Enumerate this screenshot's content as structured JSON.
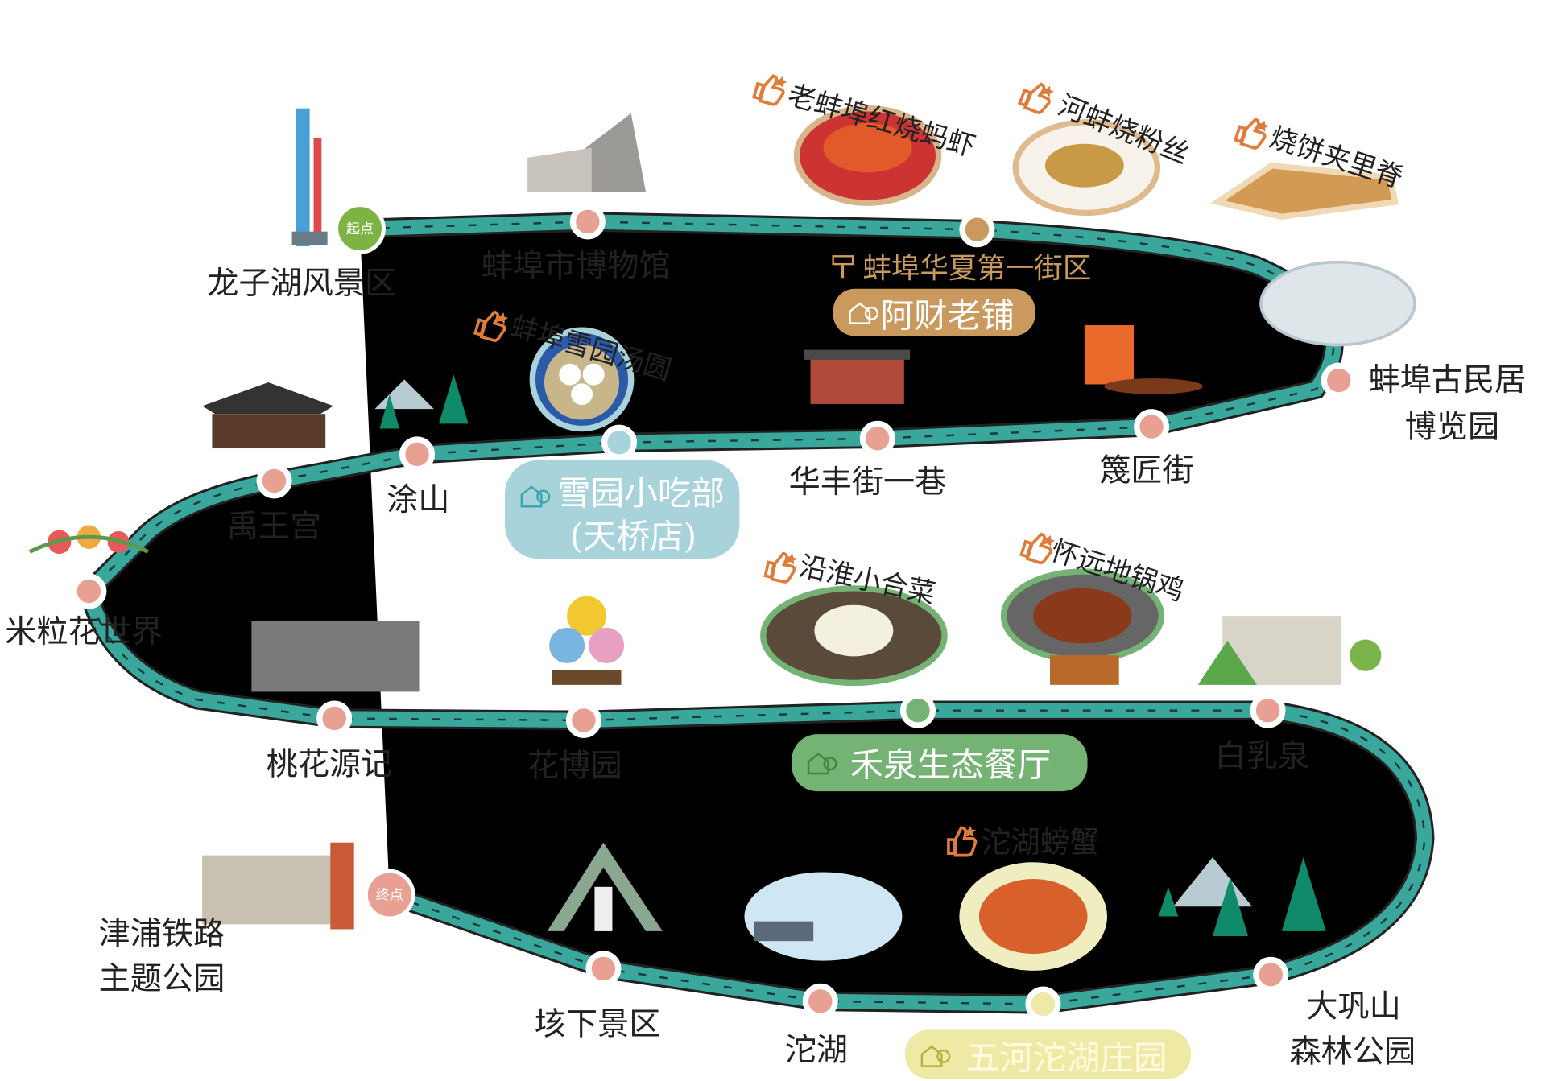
{
  "badges": {
    "start": "起点",
    "end": "终点"
  },
  "stops": {
    "longzihu": "龙子湖风景区",
    "museum": "蚌埠市博物馆",
    "huaxia": "蚌埠华夏第一街区",
    "guminju_1": "蚌埠古民居",
    "guminju_2": "博览园",
    "miejiang": "篾匠街",
    "huafeng": "华丰街一巷",
    "tushan": "涂山",
    "yuwang": "禹王宫",
    "mili": "米粒花世界",
    "taohua": "桃花源记",
    "huabo": "花博园",
    "bairu": "白乳泉",
    "dagong_1": "大巩山",
    "dagong_2": "森林公园",
    "tuohu": "沱湖",
    "gaixia": "垓下景区",
    "jinpu_1": "津浦铁路",
    "jinpu_2": "主题公园"
  },
  "foods": {
    "crayfish": "老蚌埠红烧蚂虾",
    "clam": "河蚌烧粉丝",
    "shaobing": "烧饼夹里脊",
    "tangyuan": "蚌埠雪园汤圆",
    "yanhuai": "沿淮小合菜",
    "chicken": "怀远地锅鸡",
    "crab": "沱湖螃蟹"
  },
  "restaurants": {
    "acai": "阿财老铺",
    "xueyuan_1": "雪园小吃部",
    "xueyuan_2": "(天桥店)",
    "hequan": "禾泉生态餐厅",
    "wuhe": "五河沱湖庄园"
  },
  "colors": {
    "road": "#3aa79d",
    "stop": "#e8a093",
    "acai": "#c9995e",
    "xueyuan": "#a9d3da",
    "hequan": "#74b374",
    "wuhe": "#eeeaa6",
    "food_icon": "#e07b39"
  }
}
